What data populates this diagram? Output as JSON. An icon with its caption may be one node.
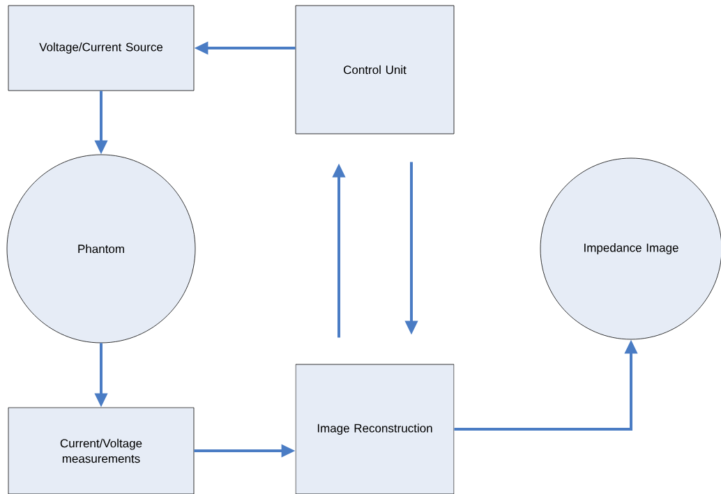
{
  "diagram": {
    "nodes": [
      {
        "text": [
          "Voltage/Current Source"
        ]
      },
      {
        "text": [
          "Control Unit"
        ]
      },
      {
        "text": [
          "Phantom"
        ]
      },
      {
        "text": [
          "Impedance Image"
        ]
      },
      {
        "text": [
          "Current/Voltage measurements"
        ]
      },
      {
        "text": [
          "Image Reconstruction"
        ]
      }
    ],
    "edges": [
      {
        "from": 1,
        "to": 0,
        "arrow": "to"
      },
      {
        "from": 0,
        "to": 2,
        "arrow": "to"
      },
      {
        "from": 2,
        "to": 4,
        "arrow": "to"
      },
      {
        "from": 4,
        "to": 5,
        "arrow": "to"
      },
      {
        "from": 5,
        "to": 1,
        "arrow": "to"
      },
      {
        "from": 1,
        "to": 5,
        "arrow": "to"
      },
      {
        "from": 5,
        "to": 3,
        "arrow": "to"
      }
    ]
  }
}
